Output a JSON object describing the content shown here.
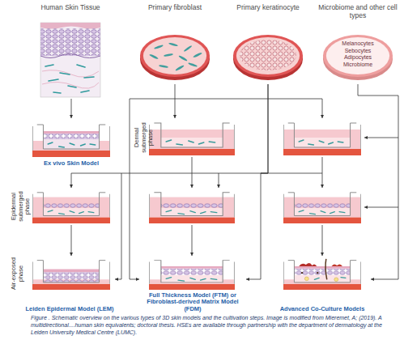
{
  "diagram": {
    "caption": "Figure . Schematic overview on the various types of 3D skin models and the cultivation steps. Image is modified from Mieremet, A; (2019). A multidirectional....human skin equivalents; doctoral thesis. HSEs are available through partnership with the department of dermatology at the Leiden University Medical Centre (LUMC).",
    "nodes": [
      {
        "text": [
          "Human Skin Tissue"
        ]
      },
      {
        "text": [
          "Primary fibroblast"
        ]
      },
      {
        "text": [
          "Primary keratinocyte"
        ]
      },
      {
        "text": [
          "Microbiome and other cell types",
          "Melanocytes",
          "Sebocytes",
          "Adipocytes",
          "Microbiome"
        ]
      },
      {
        "text": [
          "Ex vivo Skin Model"
        ]
      },
      {
        "text": [
          "Leiden Epidermal Model (LEM)"
        ]
      },
      {
        "text": [
          "Full Thickness Model (FTM) or Fibroblast-derived Matrix Model (FDM)"
        ]
      },
      {
        "text": [
          "Advanced Co-Culture Models"
        ]
      }
    ],
    "edges": [
      {
        "from": 0,
        "to": 4,
        "arrow": "to"
      },
      {
        "from": 1,
        "to": 6,
        "arrow": "to"
      },
      {
        "from": 2,
        "to": 5,
        "arrow": "to"
      },
      {
        "from": 2,
        "to": 6,
        "arrow": "to"
      },
      {
        "from": 3,
        "to": 7,
        "arrow": "to"
      }
    ],
    "labels": [
      "Dermal submerged phase",
      "Epidermal submerged phase",
      "Air-exposed phase"
    ]
  }
}
